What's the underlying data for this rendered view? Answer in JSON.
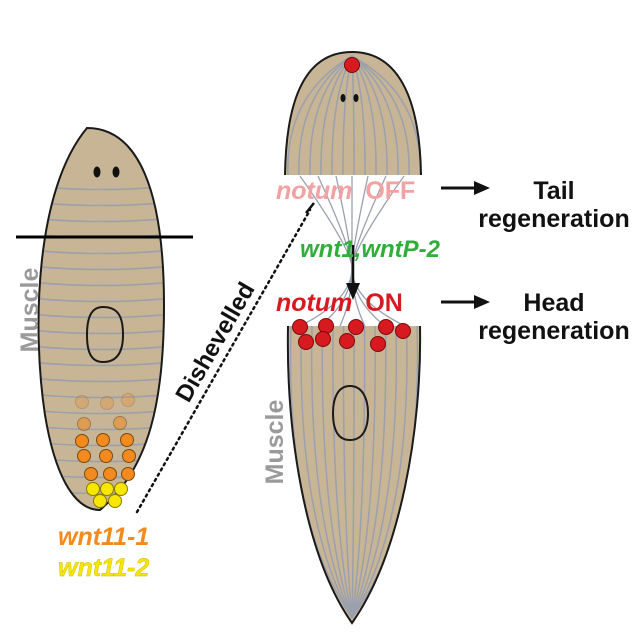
{
  "labels": {
    "muscle_left": "Muscle",
    "muscle_right": "Muscle",
    "dishevelled": "Dishevelled",
    "wnt11_1": "wnt11-1",
    "wnt11_2": "wnt11-2",
    "notum_off_italic": "notum",
    "notum_off_word": "OFF",
    "notum_on_italic": "notum",
    "notum_on_word": "ON",
    "wnt1": "wnt1,wntP-2",
    "tail_line1": "Tail",
    "tail_line2": "regeneration",
    "head_line1": "Head",
    "head_line2": "regeneration"
  },
  "colors": {
    "body": "#c8b596",
    "stripe": "#9aa0ad",
    "outline": "#1a1a1a",
    "text_dark": "#111111",
    "muscle_gray": "#9a9a9a",
    "wnt11_1": "#f28a1e",
    "wnt11_2": "#f7e600",
    "notum_off": "#f2a2a2",
    "notum_on": "#d71920",
    "wnt1": "#2fae3a",
    "red_cell": "#d71920"
  }
}
